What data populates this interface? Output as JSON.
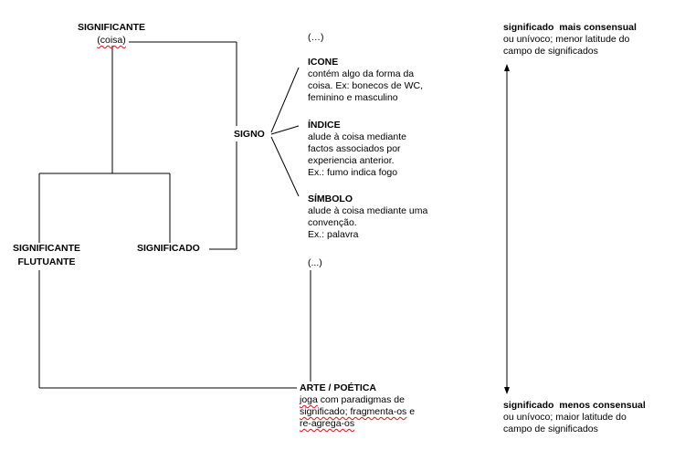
{
  "significante": {
    "title": "SIGNIFICANTE",
    "sub": "(coisa)"
  },
  "signo": "SIGNO",
  "significado": "SIGNIFICADO",
  "flutuante": {
    "line1": "SIGNIFICANTE",
    "line2": "FLUTUANTE"
  },
  "ellipsis_top": "(…)",
  "ellipsis_bottom": "(...)",
  "icone": {
    "title": "ICONE",
    "lines": [
      "contém algo da forma da",
      "coisa. Ex: bonecos de WC,",
      "feminino e masculino"
    ]
  },
  "indice": {
    "title": "ÍNDICE",
    "lines": [
      "alude à coisa mediante",
      "factos associados por",
      "experiencia anterior.",
      "Ex.: fumo indica fogo"
    ]
  },
  "simbolo": {
    "title": "SÍMBOLO",
    "lines": [
      "alude à coisa mediante uma",
      "convenção.",
      "Ex.: palavra"
    ]
  },
  "arte": {
    "title": "ARTE / POÉTICA",
    "line1_a": "joga",
    "line1_b": " com paradigmas de",
    "line2_a": "significado; fragmenta-os",
    "line2_b": " e",
    "line3": "re-agrega-os"
  },
  "scale_top": {
    "title": "significado  mais consensual",
    "lines": [
      "ou unívoco; menor latitude do",
      "campo de significados"
    ]
  },
  "scale_bottom": {
    "title": "significado  menos consensual",
    "lines": [
      "ou unívoco; maior latitude do",
      "campo de significados"
    ]
  },
  "colors": {
    "line": "#000000",
    "squiggle": "#d11111"
  }
}
